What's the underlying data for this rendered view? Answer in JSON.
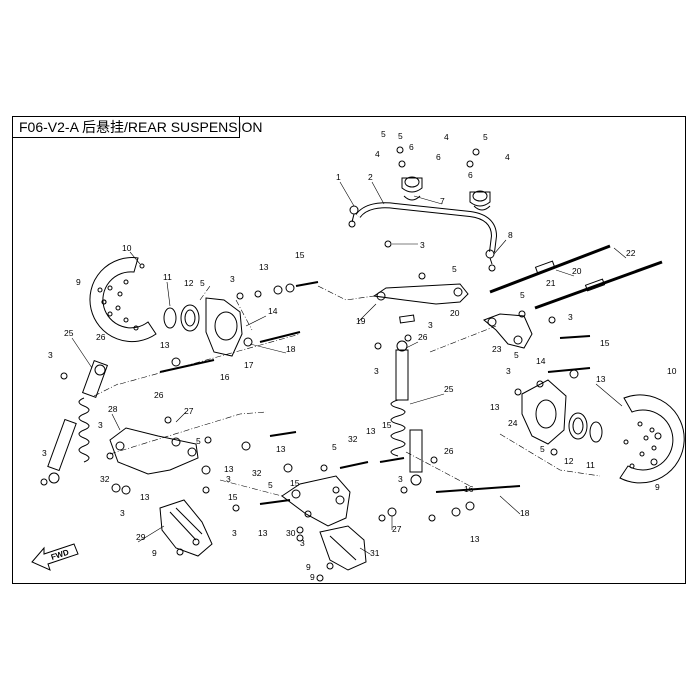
{
  "diagram": {
    "title": "F06-V2-A 后悬挂/REAR SUSPENSION",
    "direction_badge": "FWD",
    "callouts": [
      "1",
      "2",
      "3",
      "4",
      "5",
      "6",
      "7",
      "8",
      "9",
      "10",
      "11",
      "12",
      "13",
      "14",
      "15",
      "16",
      "17",
      "18",
      "19",
      "20",
      "21",
      "22",
      "23",
      "24",
      "25",
      "26",
      "27",
      "28",
      "29",
      "30",
      "31",
      "32"
    ]
  },
  "colors": {
    "line": "#000000",
    "background": "#ffffff"
  }
}
